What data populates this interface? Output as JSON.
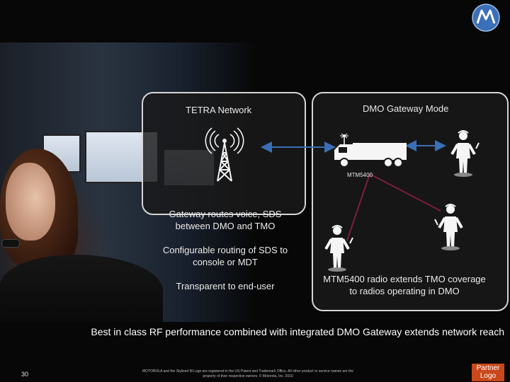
{
  "panels": {
    "tetra": {
      "title": "TETRA Network"
    },
    "dmo": {
      "title": "DMO Gateway Mode"
    }
  },
  "labels": {
    "radio_model": "MTM5400",
    "gateway_routes": "Gateway routes voice, SDS between DMO and TMO",
    "configurable_routing": "Configurable routing of SDS to console or MDT",
    "transparent": "Transparent to end-user",
    "radio_extends": "MTM5400 radio extends TMO coverage to radios operating in DMO"
  },
  "footer": {
    "headline": "Best in class RF performance combined with integrated DMO Gateway extends network reach",
    "page_number": "30",
    "legal": "MOTOROLA and the Stylized M Logo are registered in the US Patent and Trademark Office. All other product or service names are the property of their respective owners. © Motorola, Inc. 2010",
    "partner_logo": "Partner Logo"
  },
  "icons": [
    "tetra-tower-icon",
    "gateway-truck-icon",
    "radio-user-icon",
    "motorola-logo-icon"
  ],
  "colors": {
    "background": "#070707",
    "panel_border": "#d6d6d6",
    "arrow": "#3a6fb5",
    "link": "#7a1f3a",
    "partner": "#c8481c"
  }
}
